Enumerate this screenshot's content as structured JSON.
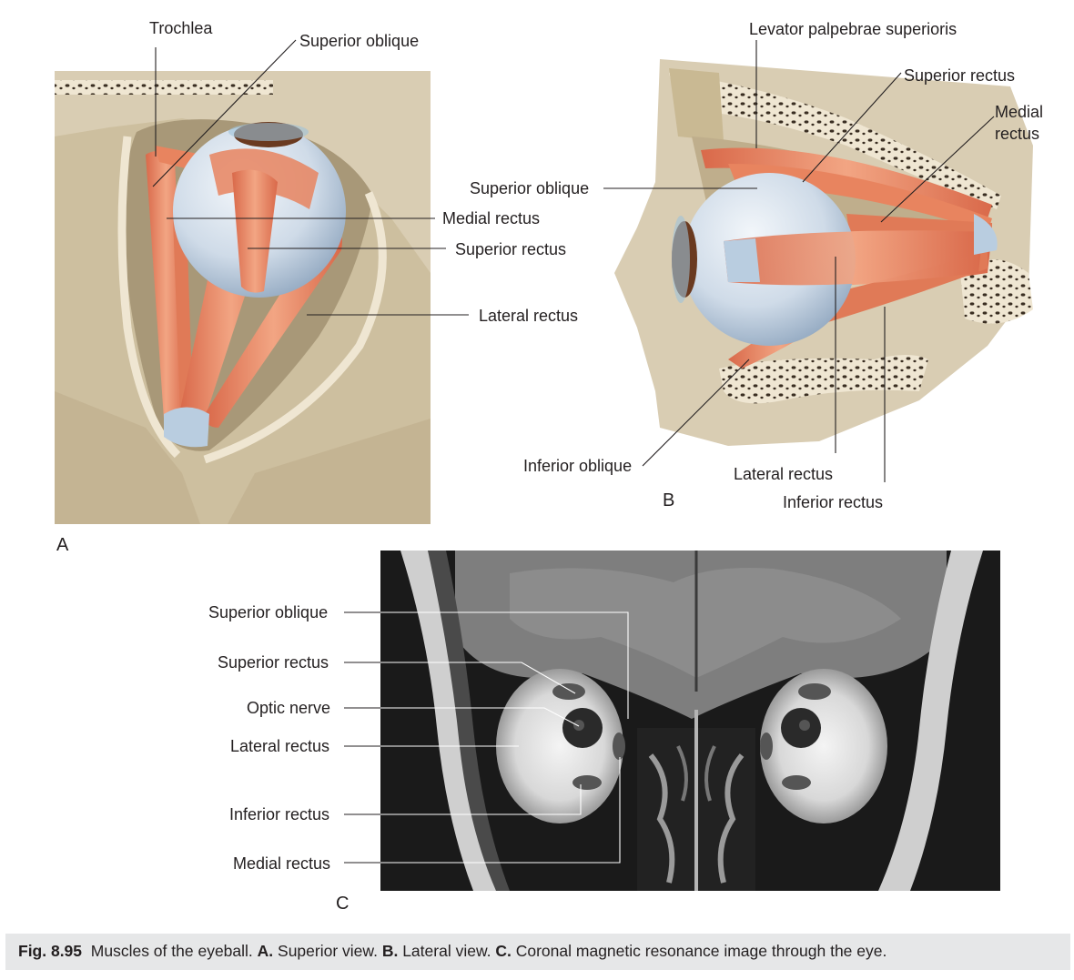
{
  "panel_a": {
    "letter": "A",
    "labels": {
      "trochlea": "Trochlea",
      "superior_oblique": "Superior oblique",
      "medial_rectus": "Medial rectus",
      "superior_rectus": "Superior rectus",
      "lateral_rectus": "Lateral rectus"
    }
  },
  "panel_b": {
    "letter": "B",
    "labels": {
      "levator": "Levator palpebrae superioris",
      "superior_rectus": "Superior rectus",
      "medial_rectus_line1": "Medial",
      "medial_rectus_line2": "rectus",
      "superior_oblique": "Superior oblique",
      "inferior_oblique": "Inferior oblique",
      "lateral_rectus": "Lateral rectus",
      "inferior_rectus": "Inferior rectus"
    }
  },
  "panel_c": {
    "letter": "C",
    "labels": {
      "superior_oblique": "Superior oblique",
      "superior_rectus": "Superior rectus",
      "optic_nerve": "Optic nerve",
      "lateral_rectus": "Lateral rectus",
      "inferior_rectus": "Inferior rectus",
      "medial_rectus": "Medial rectus"
    }
  },
  "caption": {
    "fig": "Fig. 8.95",
    "text": "Muscles of the eyeball.",
    "a_letter": "A.",
    "a_text": "Superior view.",
    "b_letter": "B.",
    "b_text": "Lateral view.",
    "c_letter": "C.",
    "c_text": "Coronal magnetic resonance image through the eye."
  },
  "colors": {
    "bone": "#d9cdb3",
    "bone_dark": "#bfae8c",
    "muscle": "#e8845f",
    "muscle_light": "#f2a583",
    "tendon": "#b9cde0",
    "eyeball": "#cfdbe8",
    "mri_bg": "#1a1a1a",
    "caption_bg": "#e6e7e8"
  }
}
